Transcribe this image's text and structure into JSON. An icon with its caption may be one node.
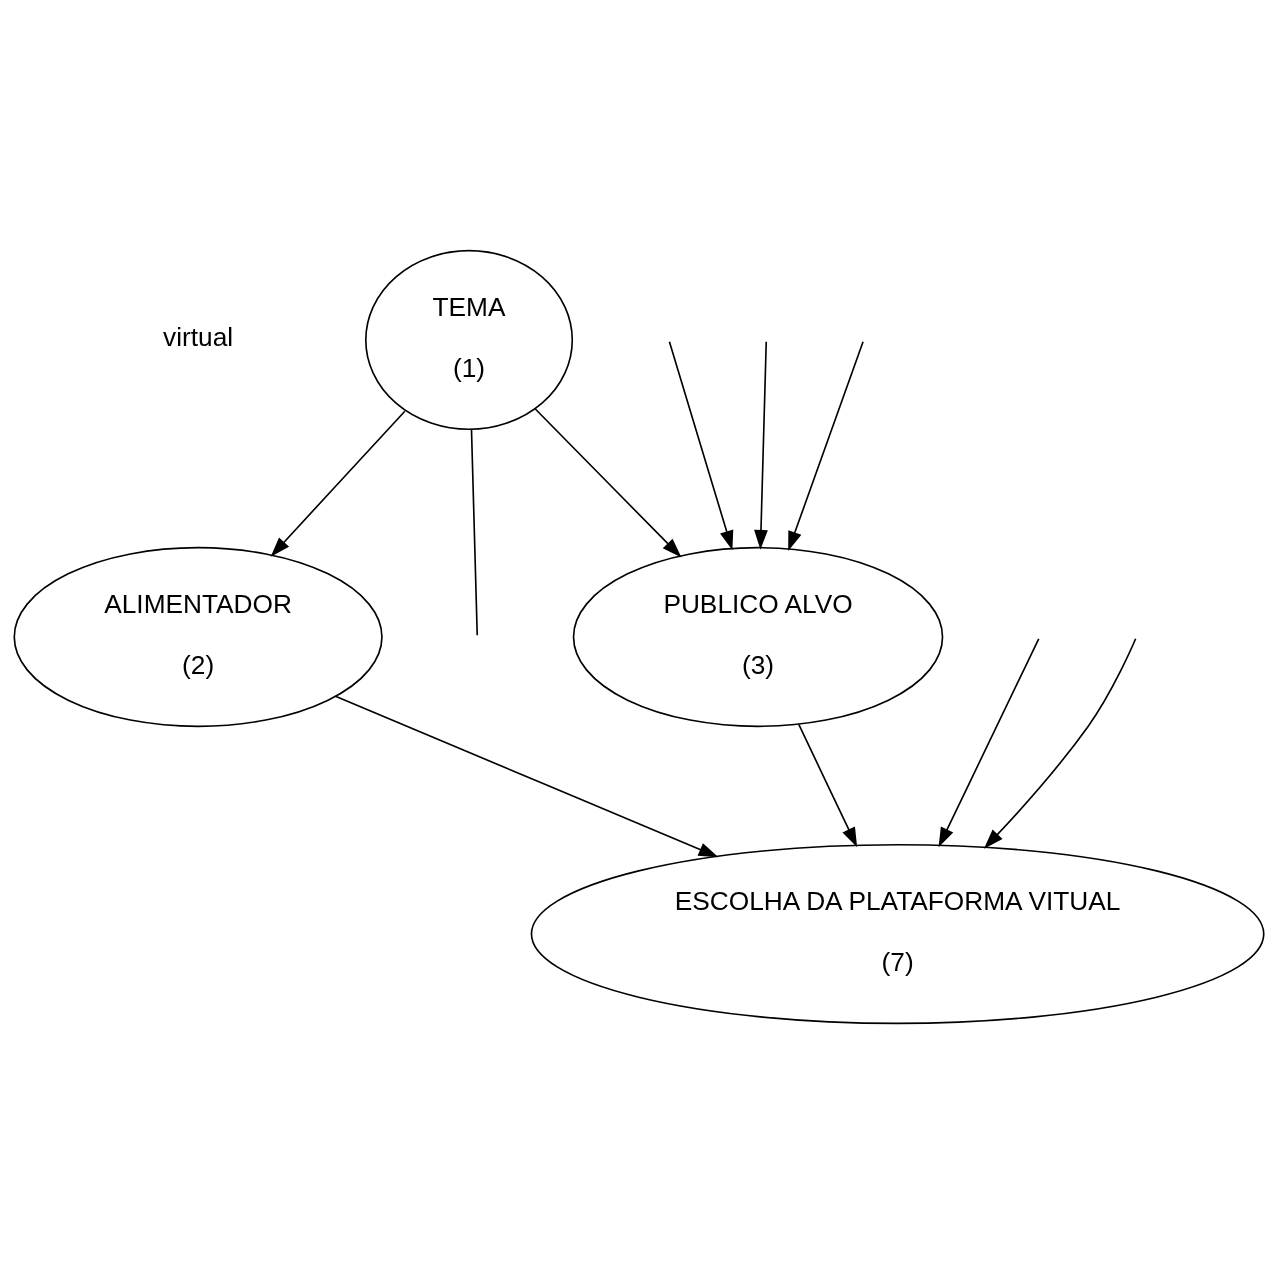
{
  "diagram": {
    "nodes": [
      {
        "text": [
          "TEMA",
          "(1)"
        ]
      },
      {
        "text": [
          "ALIMENTADOR",
          "(2)"
        ]
      },
      {
        "text": [
          "PUBLICO ALVO",
          "(3)"
        ]
      },
      {
        "text": [
          "ESCOLHA DA PLATAFORMA VITUAL",
          "(7)"
        ]
      }
    ],
    "edges": [
      {
        "from": 0,
        "to": 1,
        "arrow": "to"
      },
      {
        "from": 0,
        "to": 2,
        "arrow": "to"
      },
      {
        "from": 0,
        "to": null,
        "arrow": "none"
      },
      {
        "from": 1,
        "to": 3,
        "arrow": "to"
      },
      {
        "from": 2,
        "to": 3,
        "arrow": "to"
      },
      {
        "from": null,
        "to": 2,
        "arrow": "to"
      },
      {
        "from": null,
        "to": 2,
        "arrow": "to"
      },
      {
        "from": null,
        "to": 2,
        "arrow": "to"
      },
      {
        "from": null,
        "to": 3,
        "arrow": "to"
      },
      {
        "from": null,
        "to": 3,
        "arrow": "to"
      }
    ],
    "labels": [
      "virtual"
    ]
  }
}
